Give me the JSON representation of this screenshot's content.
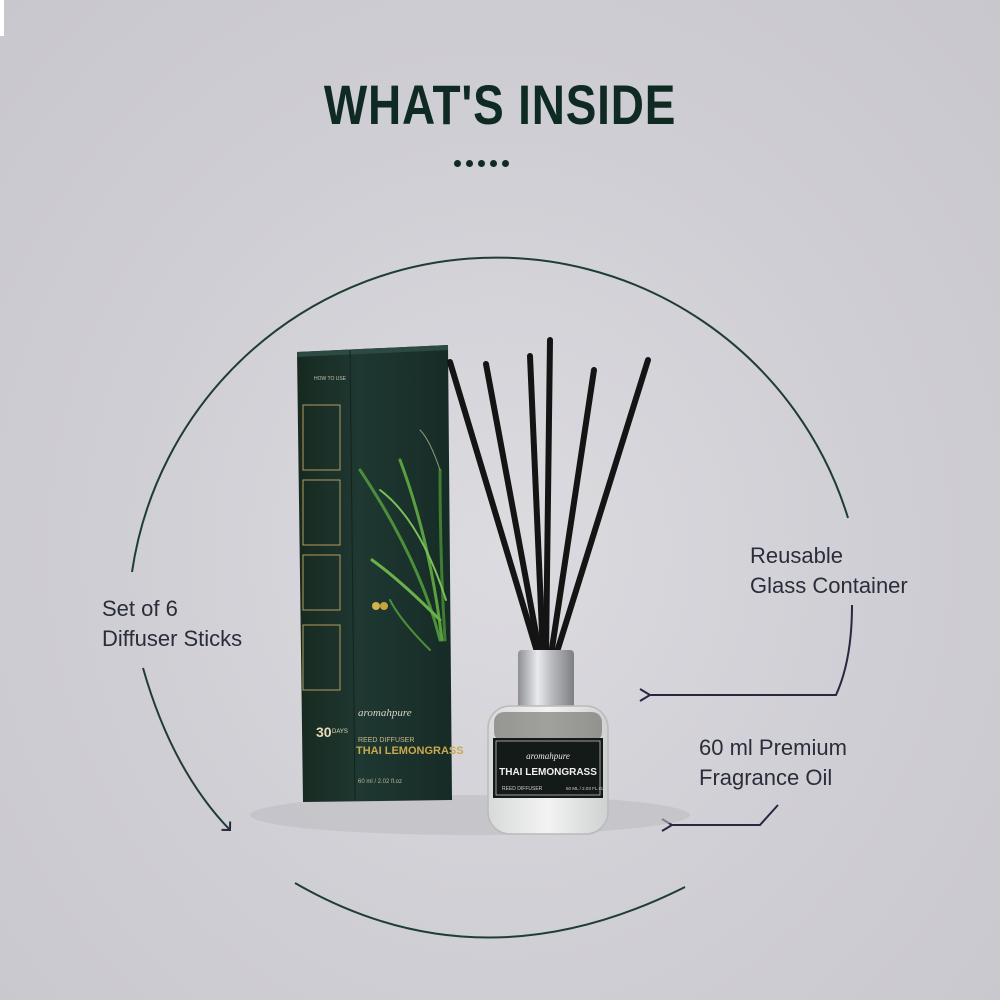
{
  "heading": {
    "title": "WHAT'S INSIDE"
  },
  "callouts": {
    "sticks": "Set of 6\nDiffuser Sticks",
    "container": "Reusable\nGlass Container",
    "oil": "60 ml Premium\nFragrance Oil"
  },
  "box": {
    "how_to_use": "HOW TO USE",
    "brand": "aromahpure",
    "category": "REED DIFFUSER",
    "product": "THAI LEMONGRASS",
    "volume": "60 ml / 2.02 fl.oz",
    "badge_number": "30",
    "badge_unit": "DAYS"
  },
  "bottle": {
    "brand": "aromahpure",
    "product": "THAI LEMONGRASS",
    "category": "REED DIFFUSER",
    "volume": "60 ML / 2.03 FL.OZ"
  },
  "colors": {
    "title": "#0f2a22",
    "box_green": "#1e3530",
    "ring": "#1f3d33",
    "arrow": "#2a2540",
    "background": "#cfced4"
  }
}
